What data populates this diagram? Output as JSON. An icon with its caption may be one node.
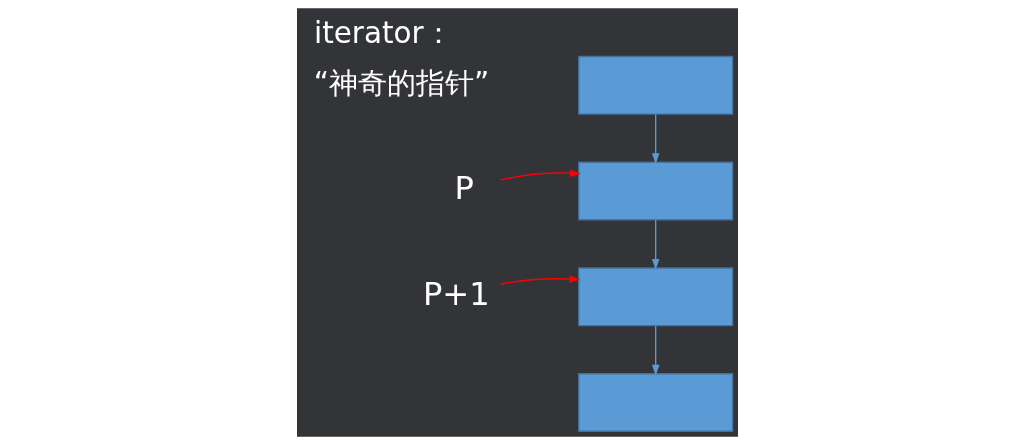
{
  "diagram": {
    "title": "iterator：",
    "nodes": [
      {
        "text": [],
        "shape": "box"
      },
      {
        "text": [],
        "shape": "box"
      },
      {
        "text": [],
        "shape": "box"
      },
      {
        "text": [],
        "shape": "box"
      },
      {
        "text": [
          "P"
        ]
      },
      {
        "text": [
          "P+1"
        ]
      }
    ],
    "edges": [
      {
        "from": 0,
        "to": 1,
        "arrow": "to"
      },
      {
        "from": 1,
        "to": 2,
        "arrow": "to"
      },
      {
        "from": 2,
        "to": 3,
        "arrow": "to"
      },
      {
        "from": 4,
        "to": 1,
        "arrow": "to",
        "color": "#ff0000"
      },
      {
        "from": 5,
        "to": 2,
        "arrow": "to",
        "color": "#ff0000"
      }
    ],
    "labels": [
      "“神奇的指针”"
    ]
  }
}
